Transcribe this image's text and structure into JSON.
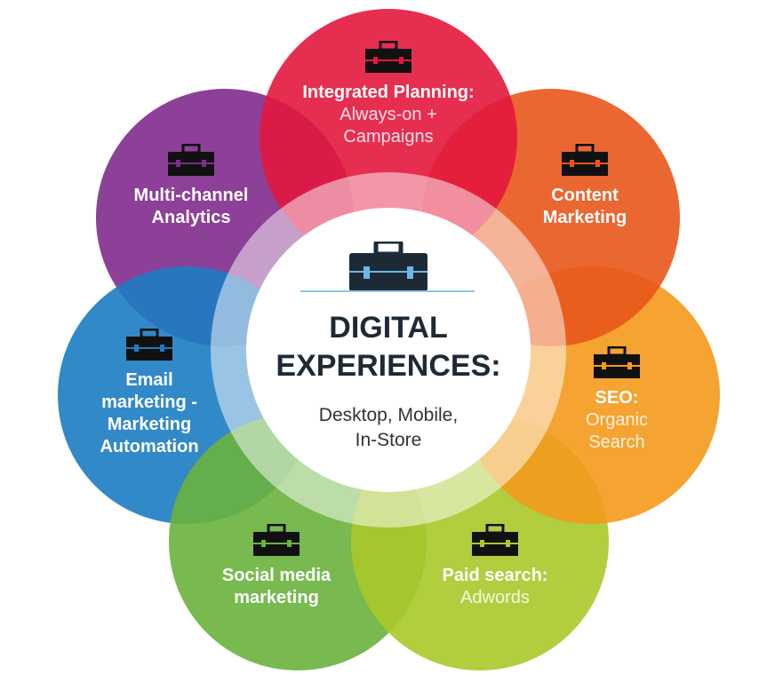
{
  "center": {
    "title_line1": "DIGITAL",
    "title_line2": "EXPERIENCES:",
    "subtitle_line1": "Desktop, Mobile,",
    "subtitle_line2": "In-Store"
  },
  "petals": [
    {
      "id": "integrated-planning",
      "bold": "Integrated Planning:",
      "light1": "Always-on +",
      "light2": "Campaigns",
      "color": "#e3173e"
    },
    {
      "id": "content-marketing",
      "bold1": "Content",
      "bold2": "Marketing",
      "color": "#e9561b"
    },
    {
      "id": "seo",
      "bold": "SEO:",
      "light1": "Organic",
      "light2": "Search",
      "color": "#f49a1c"
    },
    {
      "id": "paid-search",
      "bold": "Paid search:",
      "light1": "Adwords",
      "color": "#a9c92a"
    },
    {
      "id": "social-media",
      "bold1": "Social media",
      "bold2": "marketing",
      "color": "#69b33d"
    },
    {
      "id": "email-marketing",
      "bold1": "Email",
      "bold2": "marketing -",
      "bold3": "Marketing",
      "bold4": "Automation",
      "color": "#1c7cc2"
    },
    {
      "id": "analytics",
      "bold1": "Multi-channel",
      "bold2": "Analytics",
      "color": "#812b8c"
    }
  ]
}
